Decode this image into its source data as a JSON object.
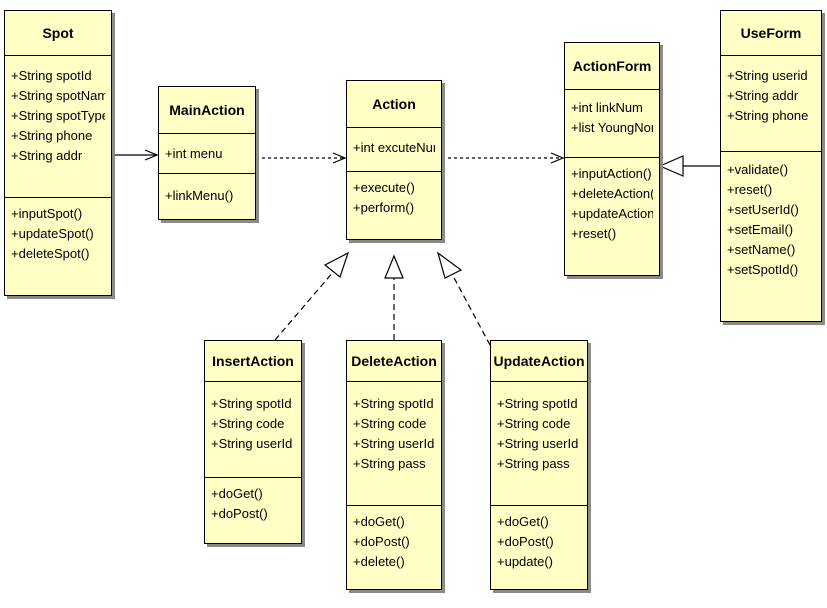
{
  "diagram": {
    "accent_fill": "#ffffc6",
    "classes": {
      "spot": {
        "name": "Spot",
        "attributes": [
          "+String spotId",
          "+String spotName",
          "+String  spotType",
          "+String phone",
          "+String addr"
        ],
        "operations": [
          "+inputSpot()",
          "+updateSpot()",
          "+deleteSpot()"
        ]
      },
      "main_action": {
        "name": "MainAction",
        "attributes": [
          "+int menu"
        ],
        "operations": [
          "+linkMenu()"
        ]
      },
      "action": {
        "name": "Action",
        "attributes": [
          "+int excuteNum"
        ],
        "operations": [
          "+execute()",
          "+perform()"
        ]
      },
      "action_form": {
        "name": "ActionForm",
        "attributes": [
          "+int linkNum",
          "+list YoungNong"
        ],
        "operations": [
          "+inputAction()",
          "+deleteAction()",
          "+updateAction()",
          "+reset()"
        ]
      },
      "use_form": {
        "name": "UseForm",
        "attributes": [
          "+String userid",
          "+String addr",
          "+String phone"
        ],
        "operations": [
          "+validate()",
          "+reset()",
          "+setUserId()",
          "+setEmail()",
          "+setName()",
          "+setSpotId()"
        ]
      },
      "insert_action": {
        "name": "InsertAction",
        "attributes": [
          "+String spotId",
          "+String code",
          "+String userId"
        ],
        "operations": [
          "+doGet()",
          "+doPost()"
        ]
      },
      "delete_action": {
        "name": "DeleteAction",
        "attributes": [
          "+String spotId",
          "+String code",
          "+String userId",
          "+String pass"
        ],
        "operations": [
          "+doGet()",
          "+doPost()",
          "+delete()"
        ]
      },
      "update_action": {
        "name": "UpdateAction",
        "attributes": [
          "+String spotId",
          "+String code",
          "+String userId",
          "+String pass"
        ],
        "operations": [
          "+doGet()",
          "+doPost()",
          "+update()"
        ]
      }
    }
  }
}
